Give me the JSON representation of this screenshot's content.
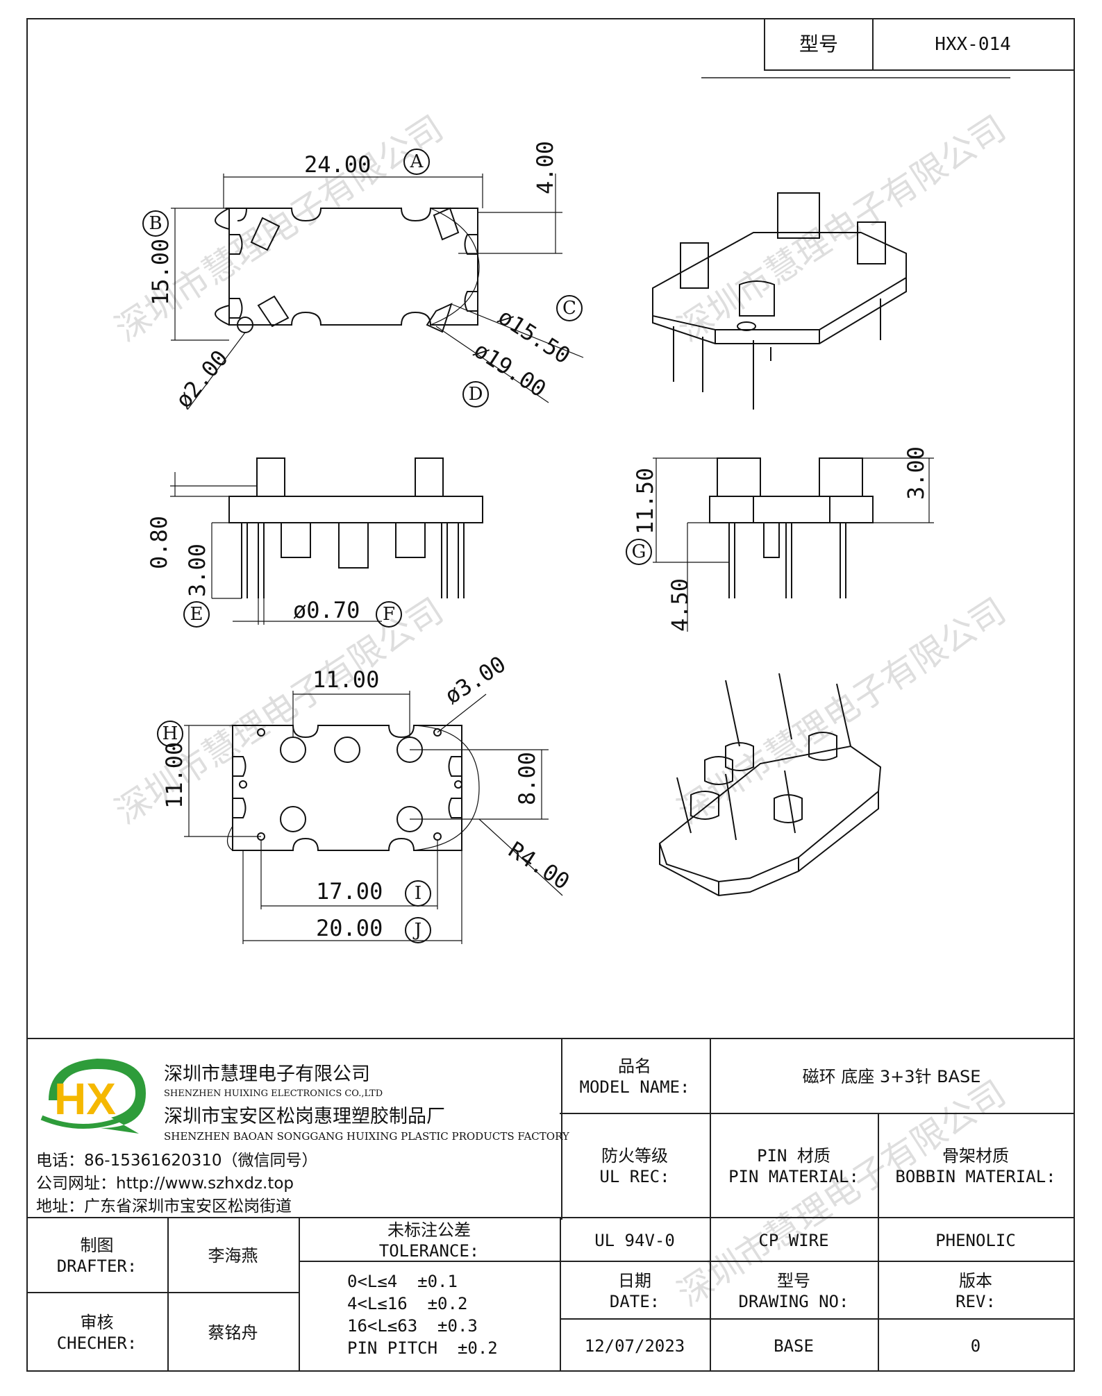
{
  "header": {
    "model_label": "型号",
    "model_value": "HXX-014"
  },
  "dimensions": {
    "a": "24.00",
    "b": "15.00",
    "top_right": "4.00",
    "c": "ø15.50",
    "d": "ø19.00",
    "hole": "ø2.00",
    "side_080": "0.80",
    "side_300": "3.00",
    "pin_dia": "ø0.70",
    "side_1150": "11.50",
    "side_300b": "3.00",
    "side_450": "4.50",
    "bottom_1100": "11.00",
    "bottom_11": "11.00",
    "bottom_800": "8.00",
    "bottom_300": "ø3.00",
    "r400": "R4.00",
    "i": "17.00",
    "j": "20.00"
  },
  "callouts": {
    "A": "A",
    "B": "B",
    "C": "C",
    "D": "D",
    "E": "E",
    "F": "F",
    "G": "G",
    "H": "H",
    "I": "I",
    "J": "J"
  },
  "watermark": "深圳市慧理电子有限公司",
  "company": {
    "logo": "HX",
    "name_cn": "深圳市慧理电子有限公司",
    "name_en": "SHENZHEN HUIXING ELECTRONICS CO.,LTD",
    "factory_cn": "深圳市宝安区松岗惠理塑胶制品厂",
    "factory_en": "SHENZHEN BAOAN SONGGANG HUIXING PLASTIC PRODUCTS FACTORY",
    "phone": "电话：86-15361620310（微信同号）",
    "website": "公司网址：http://www.szhxdz.top",
    "address": "地址：广东省深圳市宝安区松岗街道"
  },
  "title_block": {
    "model_name_cn": "品名",
    "model_name_en": "MODEL NAME:",
    "model_name_value": "磁环 底座 3+3针  BASE",
    "ul_cn": "防火等级",
    "ul_en": "UL REC:",
    "pin_cn": "PIN 材质",
    "pin_en": "PIN MATERIAL:",
    "bobbin_cn": "骨架材质",
    "bobbin_en": "BOBBIN MATERIAL:",
    "ul_value": "UL 94V-0",
    "pin_value": "CP WIRE",
    "bobbin_value": "PHENOLIC",
    "drafter_cn": "制图",
    "drafter_en": "DRAFTER:",
    "drafter_name": "李海燕",
    "checker_cn": "审核",
    "checker_en": "CHECHER:",
    "checker_name": "蔡铭舟",
    "tolerance_cn": "未标注公差",
    "tolerance_en": "TOLERANCE:",
    "tolerances": [
      "0<L≤4  ±0.1",
      "4<L≤16  ±0.2",
      "16<L≤63  ±0.3",
      "PIN PITCH  ±0.2"
    ],
    "date_cn": "日期",
    "date_en": "DATE:",
    "date_value": "12/07/2023",
    "drawing_cn": "型号",
    "drawing_en": "DRAWING NO:",
    "drawing_value": "BASE",
    "rev_cn": "版本",
    "rev_en": "REV:",
    "rev_value": "0"
  }
}
